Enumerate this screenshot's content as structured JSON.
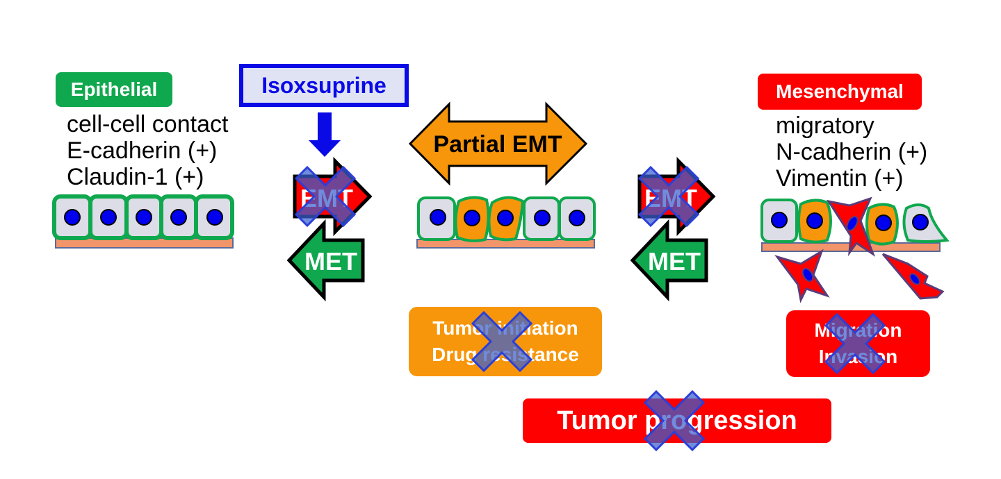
{
  "epithelial": {
    "label": "Epithelial",
    "properties": [
      "cell-cell contact",
      "E-cadherin (+)",
      "Claudin-1 (+)"
    ]
  },
  "drug": {
    "label": "Isoxsuprine"
  },
  "transitions": {
    "left": {
      "emt_label": "EMT",
      "met_label": "MET",
      "emt_blocked": true
    },
    "right": {
      "emt_label": "EMT",
      "met_label": "MET",
      "emt_blocked": true
    }
  },
  "partial": {
    "label": "Partial EMT"
  },
  "mesenchymal": {
    "label": "Mesenchymal",
    "properties": [
      "migratory",
      "N-cadherin (+)",
      "Vimentin (+)"
    ]
  },
  "outcomes": {
    "partial_box": {
      "line1": "Tumor initiation",
      "line2": "Drug resistance",
      "blocked": true
    },
    "mesenchymal_box": {
      "line1": "Migration",
      "line2": "Invasion",
      "blocked": true
    },
    "progression_box": {
      "label": "Tumor progression",
      "blocked": true
    }
  },
  "colors": {
    "green": "#10a84e",
    "red": "#ff0000",
    "orange": "#f7960a",
    "blue": "#0a0ae6",
    "cell_gray": "#dcdde6",
    "membrane": "#f3956a",
    "x_fill": "#4a6fd0"
  }
}
